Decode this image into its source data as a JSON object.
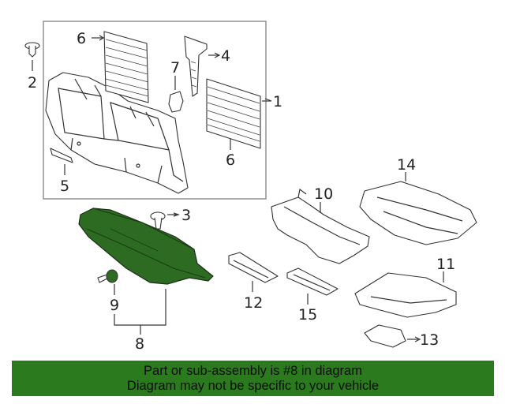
{
  "diagram": {
    "callouts": [
      "1",
      "2",
      "3",
      "4",
      "5",
      "6",
      "6",
      "7",
      "8",
      "9",
      "10",
      "11",
      "12",
      "13",
      "14",
      "15"
    ],
    "highlight_color": "#2d6b22"
  },
  "banner": {
    "line1": "Part or sub-assembly is #8 in diagram",
    "line2": "Diagram may not be specific to your vehicle",
    "color": "#2b7a1e"
  }
}
